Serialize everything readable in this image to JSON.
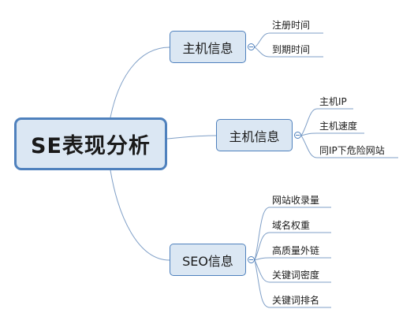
{
  "root": {
    "label": "SE表现分析"
  },
  "branches": [
    {
      "label": "主机信息",
      "items": [
        "注册时间",
        "到期时间"
      ]
    },
    {
      "label": "主机信息",
      "items": [
        "主机IP",
        "主机速度",
        "同IP下危险网站"
      ]
    },
    {
      "label": "SEO信息",
      "items": [
        "网站收录量",
        "域名权重",
        "高质量外链",
        "关键词密度",
        "关键词排名"
      ]
    }
  ],
  "colors": {
    "node_fill": "#dbe7f3",
    "node_border": "#4f81bd",
    "connector": "#7f9fc7"
  }
}
